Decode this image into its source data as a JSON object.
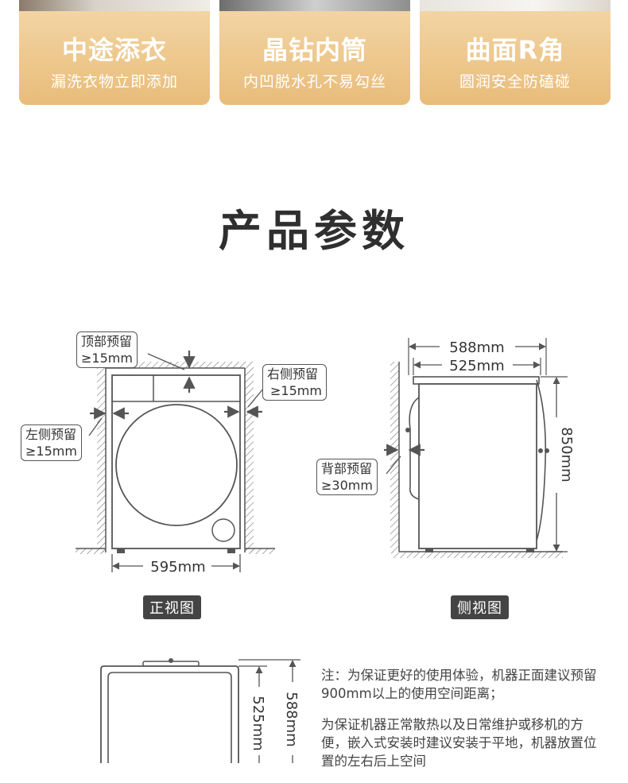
{
  "feature_cards": [
    {
      "title": "中途添衣",
      "subtitle": "漏洗衣物立即添加"
    },
    {
      "title": "晶钻内筒",
      "subtitle": "内凹脱水孔不易勾丝"
    },
    {
      "title": "曲面R角",
      "subtitle": "圆润安全防磕碰"
    }
  ],
  "section_title": "产品参数",
  "front_view": {
    "label": "正视图",
    "top_clearance": {
      "name": "顶部预留",
      "value": "≥15mm"
    },
    "left_clearance": {
      "name": "左侧预留",
      "value": "≥15mm"
    },
    "right_clearance": {
      "name": "右侧预留",
      "value": "≥15mm"
    },
    "width": "595mm"
  },
  "side_view": {
    "label": "侧视图",
    "back_clearance": {
      "name": "背部预留",
      "value": "≥30mm"
    },
    "depth_total": "588mm",
    "depth_body": "525mm",
    "height": "850mm"
  },
  "top_view": {
    "depth_body": "525mm",
    "depth_total": "588mm"
  },
  "notes": [
    "注：为保证更好的使用体验，机器正面建议预留900mm以上的使用空间距离；",
    "为保证机器正常散热以及日常维护或移机的方便，嵌入式安装时建议安装于平地，机器放置位置的左右后上空间"
  ],
  "colors": {
    "card_gradient_top": "#f3d7a8",
    "card_gradient_bottom": "#e8bc7a",
    "line": "#555555"
  }
}
